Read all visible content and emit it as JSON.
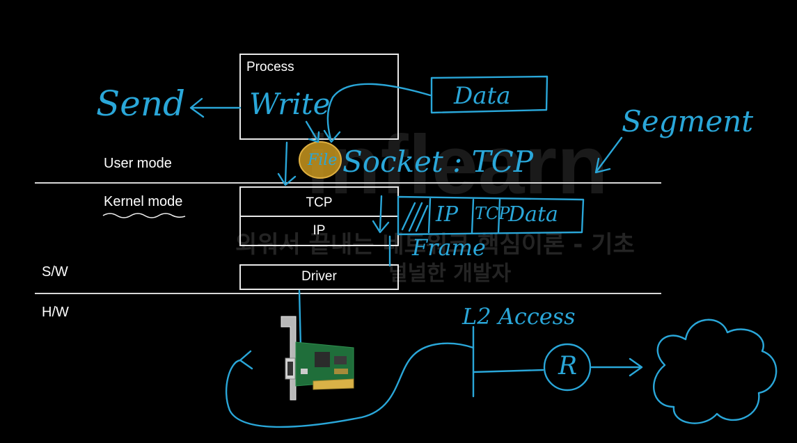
{
  "boxes": {
    "process": "Process",
    "tcp": "TCP",
    "ip": "IP",
    "driver": "Driver"
  },
  "labels": {
    "user_mode": "User mode",
    "kernel_mode": "Kernel mode",
    "sw": "S/W",
    "hw": "H/W"
  },
  "annotations": {
    "send": "Send",
    "write": "Write",
    "data": "Data",
    "file": "File",
    "socket_tcp": "Socket : TCP",
    "segment": "Segment",
    "ip": "IP",
    "tcp": "TCP",
    "data2": "Data",
    "frame": "Frame",
    "l2_access": "L2 Access",
    "router": "R"
  },
  "watermark": {
    "brand": "inflearn",
    "line1": "외워서 끝내는 네트워크 핵심이론 - 기초",
    "line2": "널널한 개발자"
  },
  "colors": {
    "ink": "#2aa7d9",
    "background": "#000000",
    "box_stroke": "#e9e9e9",
    "file_highlight": "#c8961e"
  }
}
